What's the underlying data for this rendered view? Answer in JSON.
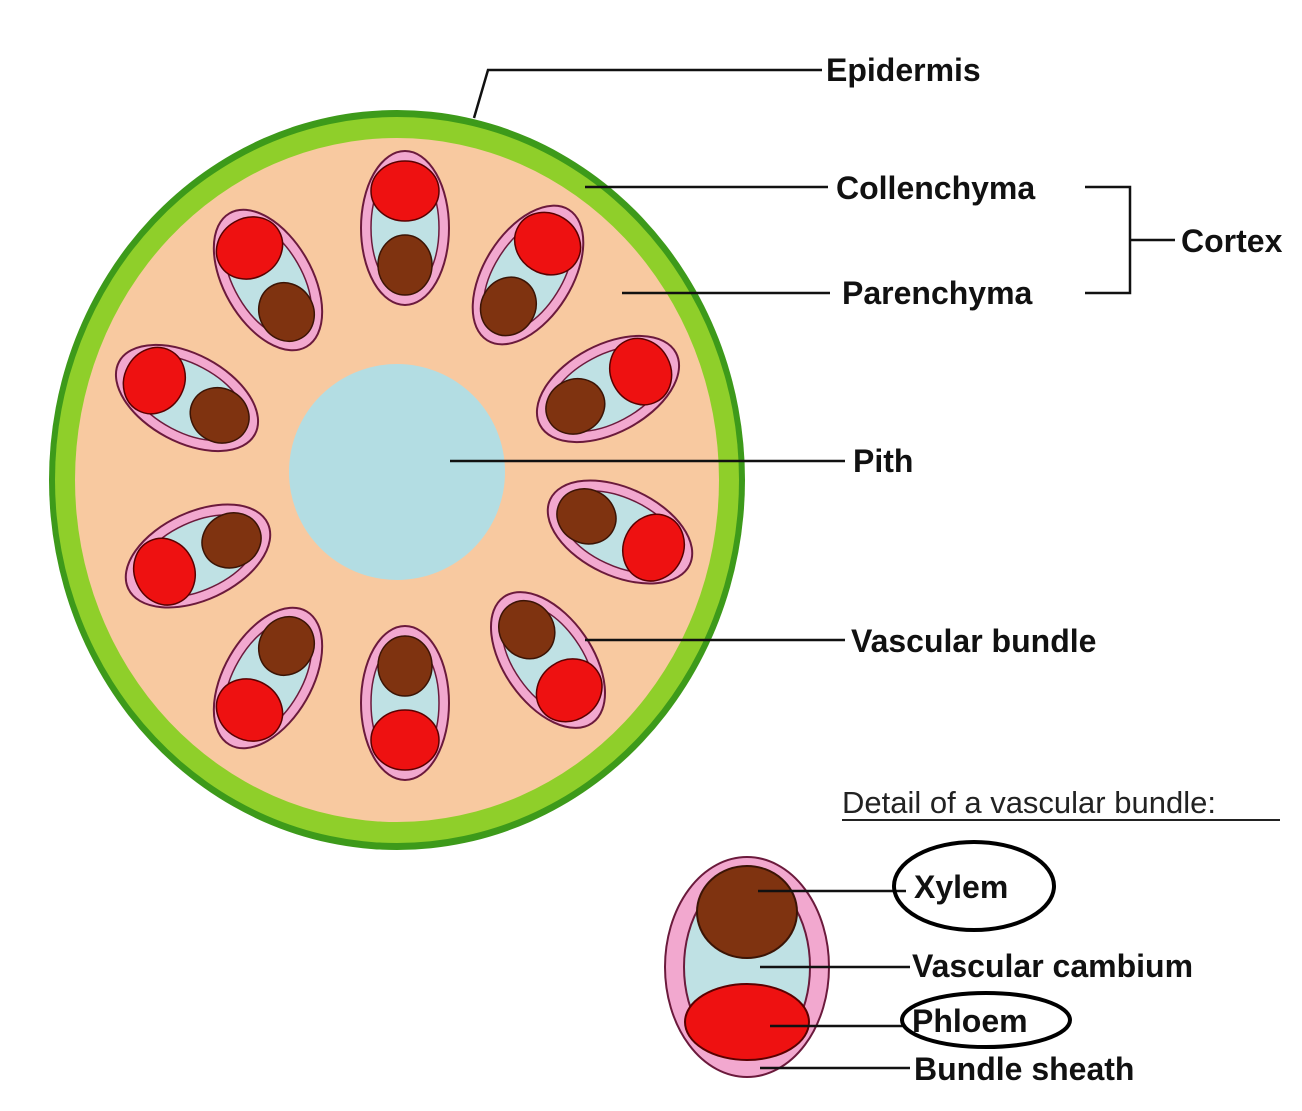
{
  "labels": {
    "epidermis": "Epidermis",
    "collenchyma": "Collenchyma",
    "parenchyma": "Parenchyma",
    "cortex": "Cortex",
    "pith": "Pith",
    "vascular_bundle": "Vascular bundle"
  },
  "detail": {
    "heading": "Detail of a vascular bundle:",
    "xylem": "Xylem",
    "vascular_cambium": "Vascular cambium",
    "phloem": "Phloem",
    "bundle_sheath": "Bundle sheath"
  },
  "colors": {
    "epidermis": "#3d9a1a",
    "collenchyma": "#8fcf2a",
    "parenchyma": "#f8c9a0",
    "pith": "#b3dde3",
    "bundle_sheath": "#f2a8cf",
    "vascular_cambium": "#bfe1e4",
    "xylem": "#7f3310",
    "phloem": "#ee1111"
  }
}
